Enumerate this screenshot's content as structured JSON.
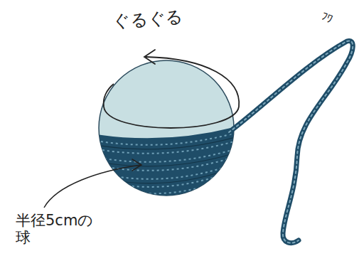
{
  "diagram": {
    "labels": [
      "ぐるぐる",
      "ﾌﾜ",
      "半径5cmの 球"
    ]
  }
}
